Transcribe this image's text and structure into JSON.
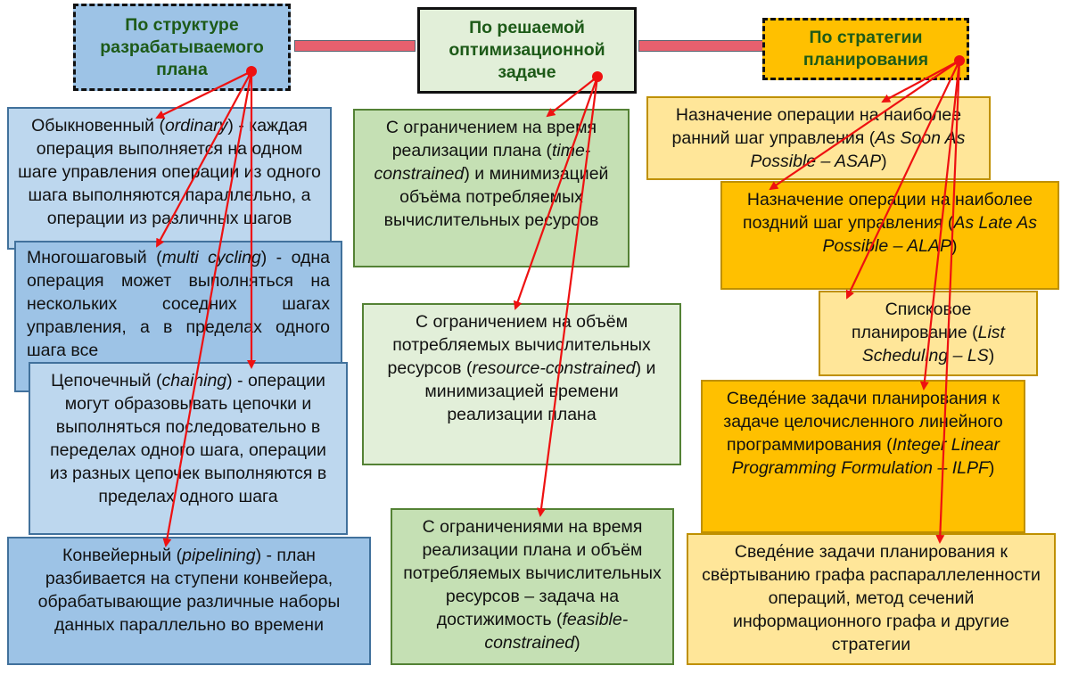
{
  "headers": {
    "structure": "По структуре разрабатываемого плана",
    "optimization": "По решаемой оптимизационной задаче",
    "strategy": "По стратегии планирования"
  },
  "structure": {
    "ordinary": {
      "lead": "Обыкновенный (",
      "term": "ordinary",
      "tail": ") - каждая операция выполняется на одном шаге управления операции из одного шага выполняются параллельно, а операции из различных шагов"
    },
    "multicycling": {
      "lead": "Многошаговый (",
      "term": "multi cycling",
      "tail": ") - одна операция может выполняться на нескольких соседних шагах управления, а в пределах одного шага все"
    },
    "chaining": {
      "lead": "Цепочечный (",
      "term": "chaining",
      "tail": ") - операции могут образовывать цепочки и выполняться последовательно в переделах одного шага, операции из разных цепочек выполняются в пределах одного шага"
    },
    "pipelining": {
      "lead": "Конвейерный (",
      "term": "pipelining",
      "tail": ") - план разбивается на ступени конвейера, обрабатывающие различные наборы данных параллельно во времени"
    }
  },
  "optimization": {
    "time": {
      "lead": "С ограничением на время реализации плана (",
      "term": "time-constrained",
      "tail": ") и минимизацией объёма потребляемых вычислительных ресурсов"
    },
    "resource": {
      "lead": "С ограничением на объём потребляемых вычислительных ресурсов (",
      "term": "resource-constrained",
      "tail": ") и минимизацией времени реализации плана"
    },
    "feasible": {
      "lead": "С  ограничениями на время реализации плана и объём потребляемых вычислительных ресурсов – задача на достижимость (",
      "term": "feasible-constrained",
      "tail": ")"
    }
  },
  "strategy": {
    "asap": {
      "lead": "Назначение операции на наиболее ранний шаг управления (",
      "term": "As Soon As Possible – ASAP",
      "tail": ")"
    },
    "alap": {
      "lead": "Назначение операции на наиболее поздний шаг управления (",
      "term": "As Late As Possible – ALAP",
      "tail": ")"
    },
    "ls": {
      "lead": "Списковое планирование (",
      "term": "List Scheduling – LS",
      "tail": ")"
    },
    "ilp": {
      "lead": "Сведе́ние задачи планирования к задаче целочисленного линейного программирования (",
      "term": "Integer Linear Programming Formulation – ILPF",
      "tail": ")"
    },
    "other": {
      "text": "Сведе́ние задачи планирования к свёртыванию графа распараллеленности операций, метод сечений информационного графа и другие стратегии"
    }
  },
  "colors": {
    "arrow": "#ee1111",
    "connector": "#e8606e",
    "header_text": "#1d5a18"
  }
}
